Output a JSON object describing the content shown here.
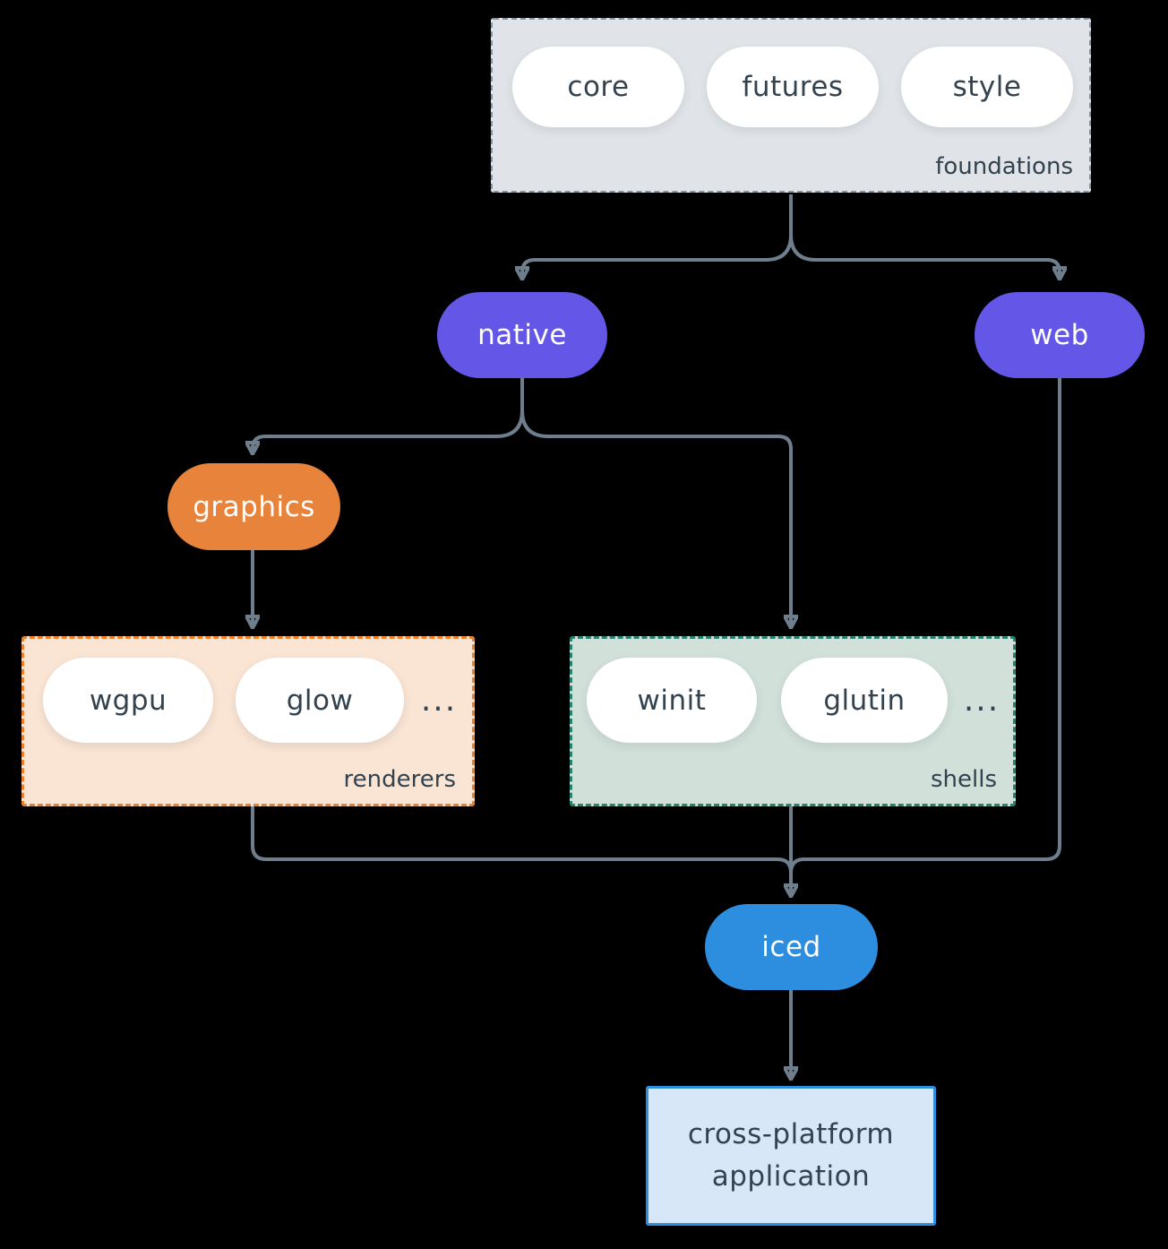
{
  "colors": {
    "background": "#000000",
    "connector": "#6F7E8D",
    "node_purple": "#6457E8",
    "node_orange": "#E8833C",
    "node_blue": "#2D8DDE",
    "foundations_fill": "#E0E4E8",
    "foundations_border": "#8494A3",
    "renderers_fill": "#FAE4D3",
    "renderers_border": "#E8822F",
    "shells_fill": "#D1E0D9",
    "shells_border": "#27836F",
    "application_fill": "#D7E7F7",
    "application_border": "#2E8EDE",
    "pill_fill": "#FFFFFF",
    "dark_text": "#32424E",
    "light_text": "#FFFFFF"
  },
  "groups": {
    "foundations": {
      "label": "foundations",
      "pills": [
        "core",
        "futures",
        "style"
      ]
    },
    "renderers": {
      "label": "renderers",
      "pills": [
        "wgpu",
        "glow"
      ],
      "ellipsis": "..."
    },
    "shells": {
      "label": "shells",
      "pills": [
        "winit",
        "glutin"
      ],
      "ellipsis": "..."
    }
  },
  "nodes": {
    "native": "native",
    "web": "web",
    "graphics": "graphics",
    "iced": "iced",
    "application": {
      "line1": "cross-platform",
      "line2": "application"
    }
  }
}
